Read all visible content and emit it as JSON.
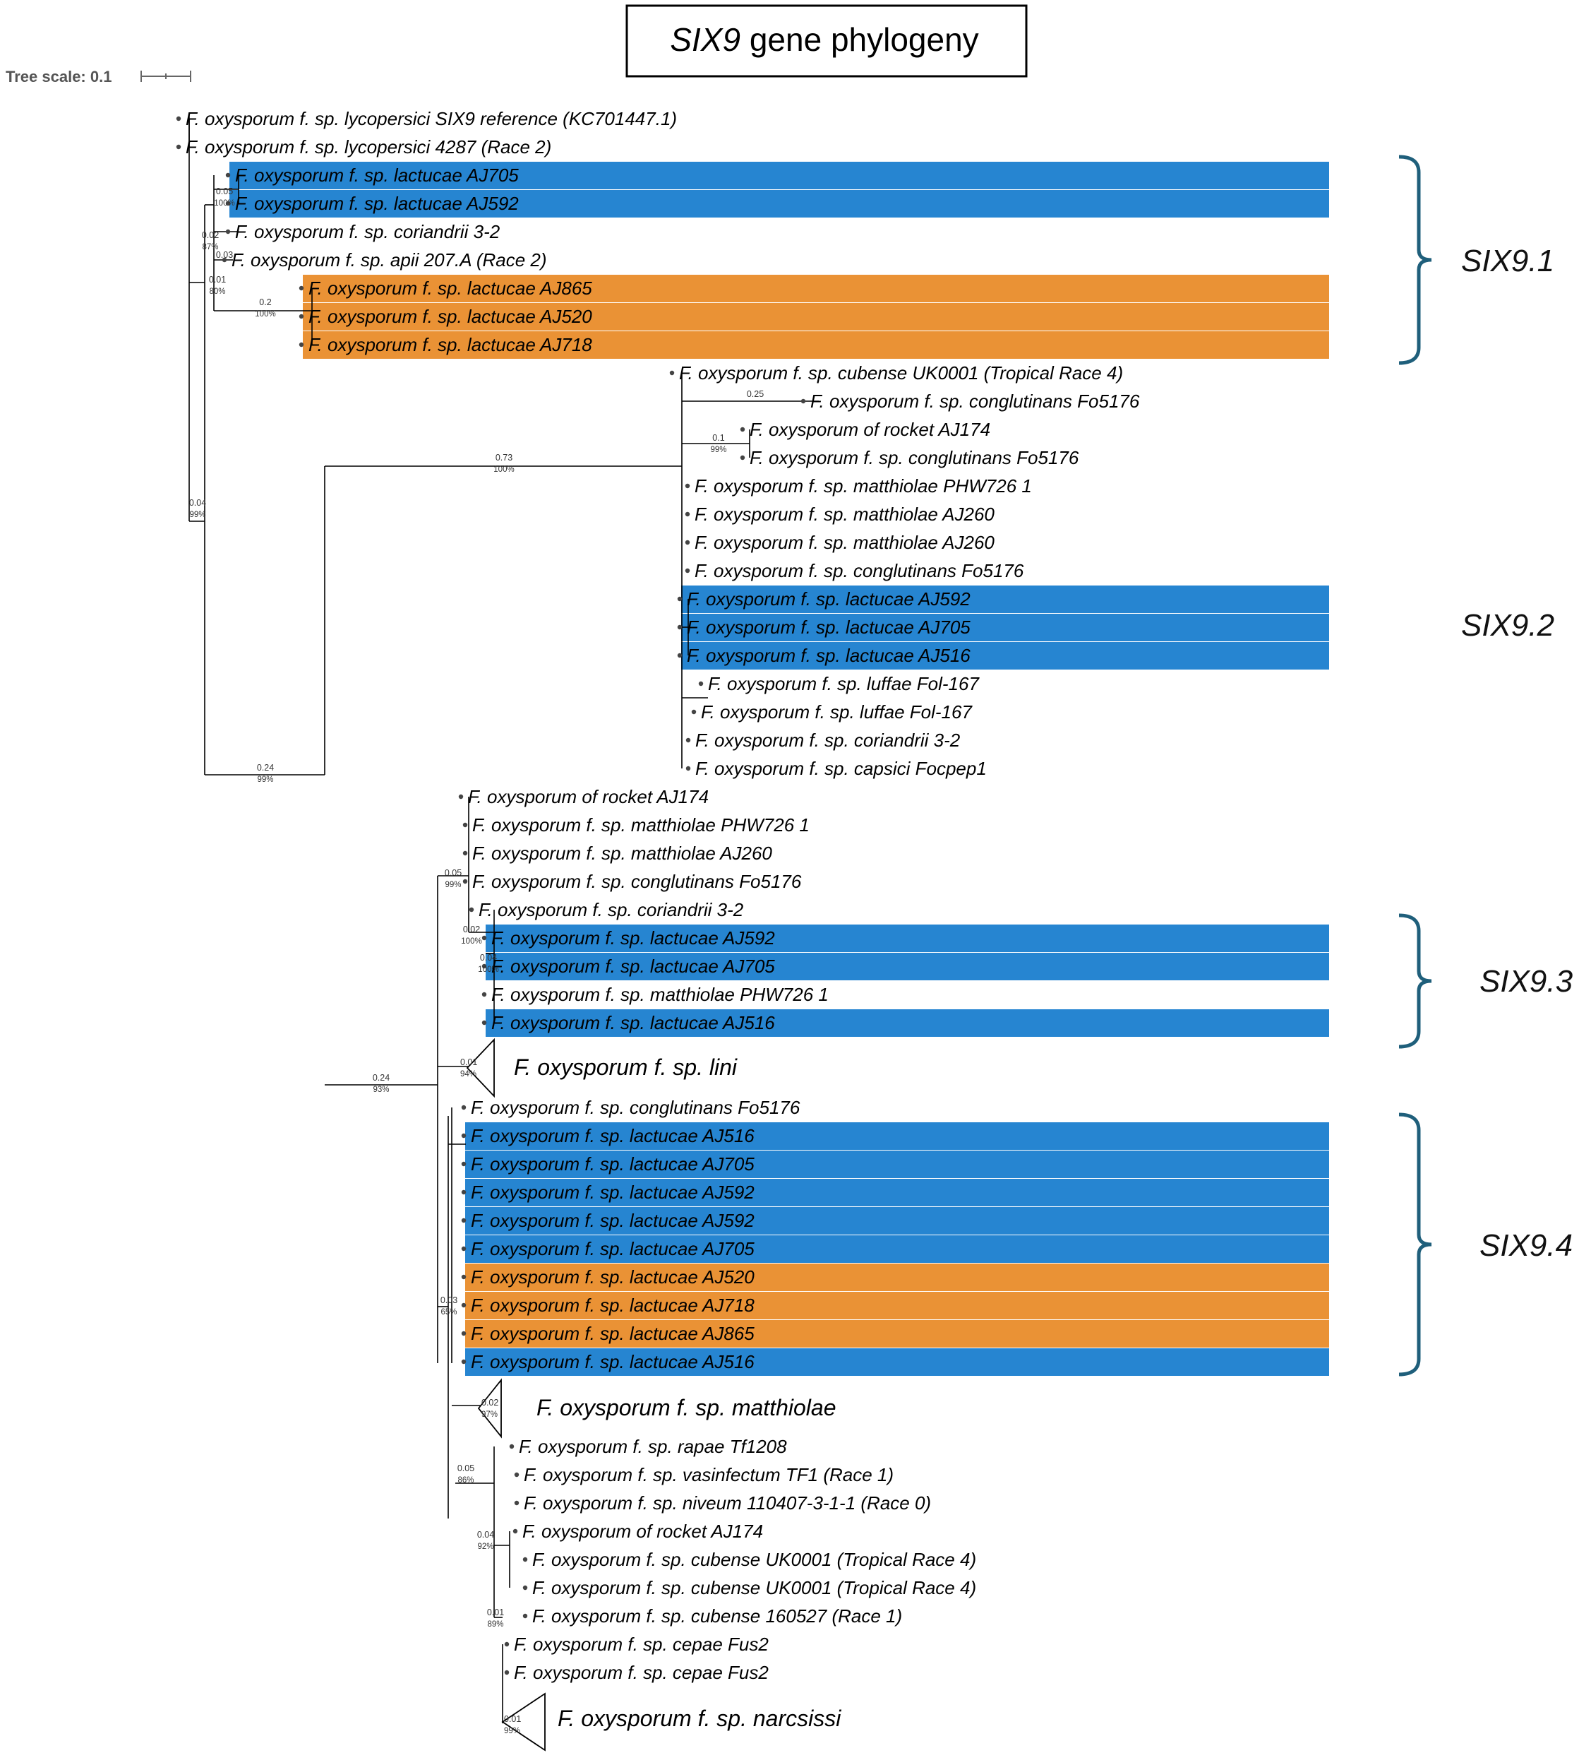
{
  "title": {
    "gene": "SIX9",
    "suffix": " gene phylogeny"
  },
  "tree_scale": {
    "label": "Tree scale: 0.1"
  },
  "colors": {
    "blue": "#2685d1",
    "orange": "#ea9235",
    "bracket": "#1f5f7b"
  },
  "groups": [
    {
      "label": "SIX9.1"
    },
    {
      "label": "SIX9.2"
    },
    {
      "label": "SIX9.3"
    },
    {
      "label": "SIX9.4"
    }
  ],
  "leaves": [
    {
      "text": "F. oxysporum f. sp. lycopersici SIX9 reference (KC701447.1)",
      "hl": ""
    },
    {
      "text": "F. oxysporum f. sp. lycopersici 4287 (Race 2)",
      "hl": ""
    },
    {
      "text": "F. oxysporum f. sp. lactucae AJ705",
      "hl": "blue"
    },
    {
      "text": "F. oxysporum f. sp. lactucae AJ592",
      "hl": "blue"
    },
    {
      "text": "F. oxysporum f. sp. coriandrii 3-2",
      "hl": ""
    },
    {
      "text": "F. oxysporum f. sp. apii 207.A (Race 2)",
      "hl": ""
    },
    {
      "text": "F. oxysporum f. sp. lactucae AJ865",
      "hl": "orange"
    },
    {
      "text": "F. oxysporum f. sp. lactucae AJ520",
      "hl": "orange"
    },
    {
      "text": "F. oxysporum f. sp. lactucae AJ718",
      "hl": "orange"
    },
    {
      "text": "F. oxysporum f. sp. cubense UK0001 (Tropical Race 4)",
      "hl": ""
    },
    {
      "text": "F. oxysporum f. sp. conglutinans Fo5176",
      "hl": ""
    },
    {
      "text": "F. oxysporum of rocket AJ174",
      "hl": ""
    },
    {
      "text": "F. oxysporum f. sp. conglutinans Fo5176",
      "hl": ""
    },
    {
      "text": "F. oxysporum f. sp. matthiolae PHW726 1",
      "hl": ""
    },
    {
      "text": "F. oxysporum f. sp. matthiolae AJ260",
      "hl": ""
    },
    {
      "text": "F. oxysporum f. sp. matthiolae AJ260",
      "hl": ""
    },
    {
      "text": "F. oxysporum f. sp. conglutinans Fo5176",
      "hl": ""
    },
    {
      "text": "F. oxysporum f. sp. lactucae AJ592",
      "hl": "blue"
    },
    {
      "text": "F. oxysporum f. sp. lactucae AJ705",
      "hl": "blue"
    },
    {
      "text": "F. oxysporum f. sp. lactucae AJ516",
      "hl": "blue"
    },
    {
      "text": "F. oxysporum f. sp. luffae Fol-167",
      "hl": ""
    },
    {
      "text": "F. oxysporum f. sp. luffae Fol-167",
      "hl": ""
    },
    {
      "text": "F. oxysporum f. sp. coriandrii 3-2",
      "hl": ""
    },
    {
      "text": "F. oxysporum f. sp. capsici Focpep1",
      "hl": ""
    },
    {
      "text": "F. oxysporum of rocket AJ174",
      "hl": ""
    },
    {
      "text": "F. oxysporum f. sp. matthiolae PHW726 1",
      "hl": ""
    },
    {
      "text": "F. oxysporum f. sp. matthiolae AJ260",
      "hl": ""
    },
    {
      "text": "F. oxysporum f. sp. conglutinans Fo5176",
      "hl": ""
    },
    {
      "text": "F. oxysporum f. sp. coriandrii 3-2",
      "hl": ""
    },
    {
      "text": "F. oxysporum f. sp. lactucae AJ592",
      "hl": "blue"
    },
    {
      "text": "F. oxysporum f. sp. lactucae AJ705",
      "hl": "blue"
    },
    {
      "text": "F. oxysporum f. sp. matthiolae PHW726 1",
      "hl": ""
    },
    {
      "text": "F. oxysporum f. sp. lactucae AJ516",
      "hl": "blue"
    },
    {
      "text": "F. oxysporum f. sp. conglutinans Fo5176",
      "hl": ""
    },
    {
      "text": "F. oxysporum f. sp. lactucae AJ516",
      "hl": "blue"
    },
    {
      "text": "F. oxysporum f. sp. lactucae AJ705",
      "hl": "blue"
    },
    {
      "text": "F. oxysporum f. sp. lactucae AJ592",
      "hl": "blue"
    },
    {
      "text": "F. oxysporum f. sp. lactucae AJ592",
      "hl": "blue"
    },
    {
      "text": "F. oxysporum f. sp. lactucae AJ705",
      "hl": "blue"
    },
    {
      "text": "F. oxysporum f. sp. lactucae AJ520",
      "hl": "orange"
    },
    {
      "text": "F. oxysporum f. sp. lactucae AJ718",
      "hl": "orange"
    },
    {
      "text": "F. oxysporum f. sp. lactucae AJ865",
      "hl": "orange"
    },
    {
      "text": "F. oxysporum f. sp. lactucae AJ516",
      "hl": "blue"
    },
    {
      "text": "F. oxysporum f. sp. rapae Tf1208",
      "hl": ""
    },
    {
      "text": "F. oxysporum f. sp. vasinfectum TF1 (Race 1)",
      "hl": ""
    },
    {
      "text": "F. oxysporum f. sp. niveum 110407-3-1-1 (Race 0)",
      "hl": ""
    },
    {
      "text": "F. oxysporum of rocket AJ174",
      "hl": ""
    },
    {
      "text": "F. oxysporum f. sp. cubense UK0001 (Tropical Race 4)",
      "hl": ""
    },
    {
      "text": "F. oxysporum f. sp. cubense UK0001 (Tropical Race 4)",
      "hl": ""
    },
    {
      "text": "F. oxysporum f. sp. cubense 160527 (Race 1)",
      "hl": ""
    },
    {
      "text": "F. oxysporum f. sp. cepae Fus2",
      "hl": ""
    },
    {
      "text": "F. oxysporum f. sp. cepae Fus2",
      "hl": ""
    }
  ],
  "collapsed": [
    {
      "text": "F. oxysporum f. sp. lini",
      "length": "0.01",
      "support": "94%"
    },
    {
      "text": "F. oxysporum f. sp. matthiolae",
      "length": "0.02",
      "support": "97%"
    },
    {
      "text": "F. oxysporum f. sp. narcsissi",
      "length": "0.01",
      "support": "99%"
    }
  ],
  "branch_labels": [
    {
      "length": "0.05",
      "support": "100%"
    },
    {
      "length": "0.02",
      "support": "87%"
    },
    {
      "length": "0.03",
      "support": ""
    },
    {
      "length": "0.01",
      "support": "80%"
    },
    {
      "length": "0.2",
      "support": "100%"
    },
    {
      "length": "0.04",
      "support": "99%"
    },
    {
      "length": "0.73",
      "support": "100%"
    },
    {
      "length": "0.25",
      "support": ""
    },
    {
      "length": "0.1",
      "support": "99%"
    },
    {
      "length": "0.24",
      "support": "99%"
    },
    {
      "length": "0.24",
      "support": "93%"
    },
    {
      "length": "0.05",
      "support": "99%"
    },
    {
      "length": "0.02",
      "support": "100%"
    },
    {
      "length": "0.04",
      "support": "100%"
    },
    {
      "length": "0.03",
      "support": "65%"
    },
    {
      "length": "0.05",
      "support": "86%"
    },
    {
      "length": "0.04",
      "support": "92%"
    },
    {
      "length": "0.01",
      "support": "89%"
    }
  ]
}
